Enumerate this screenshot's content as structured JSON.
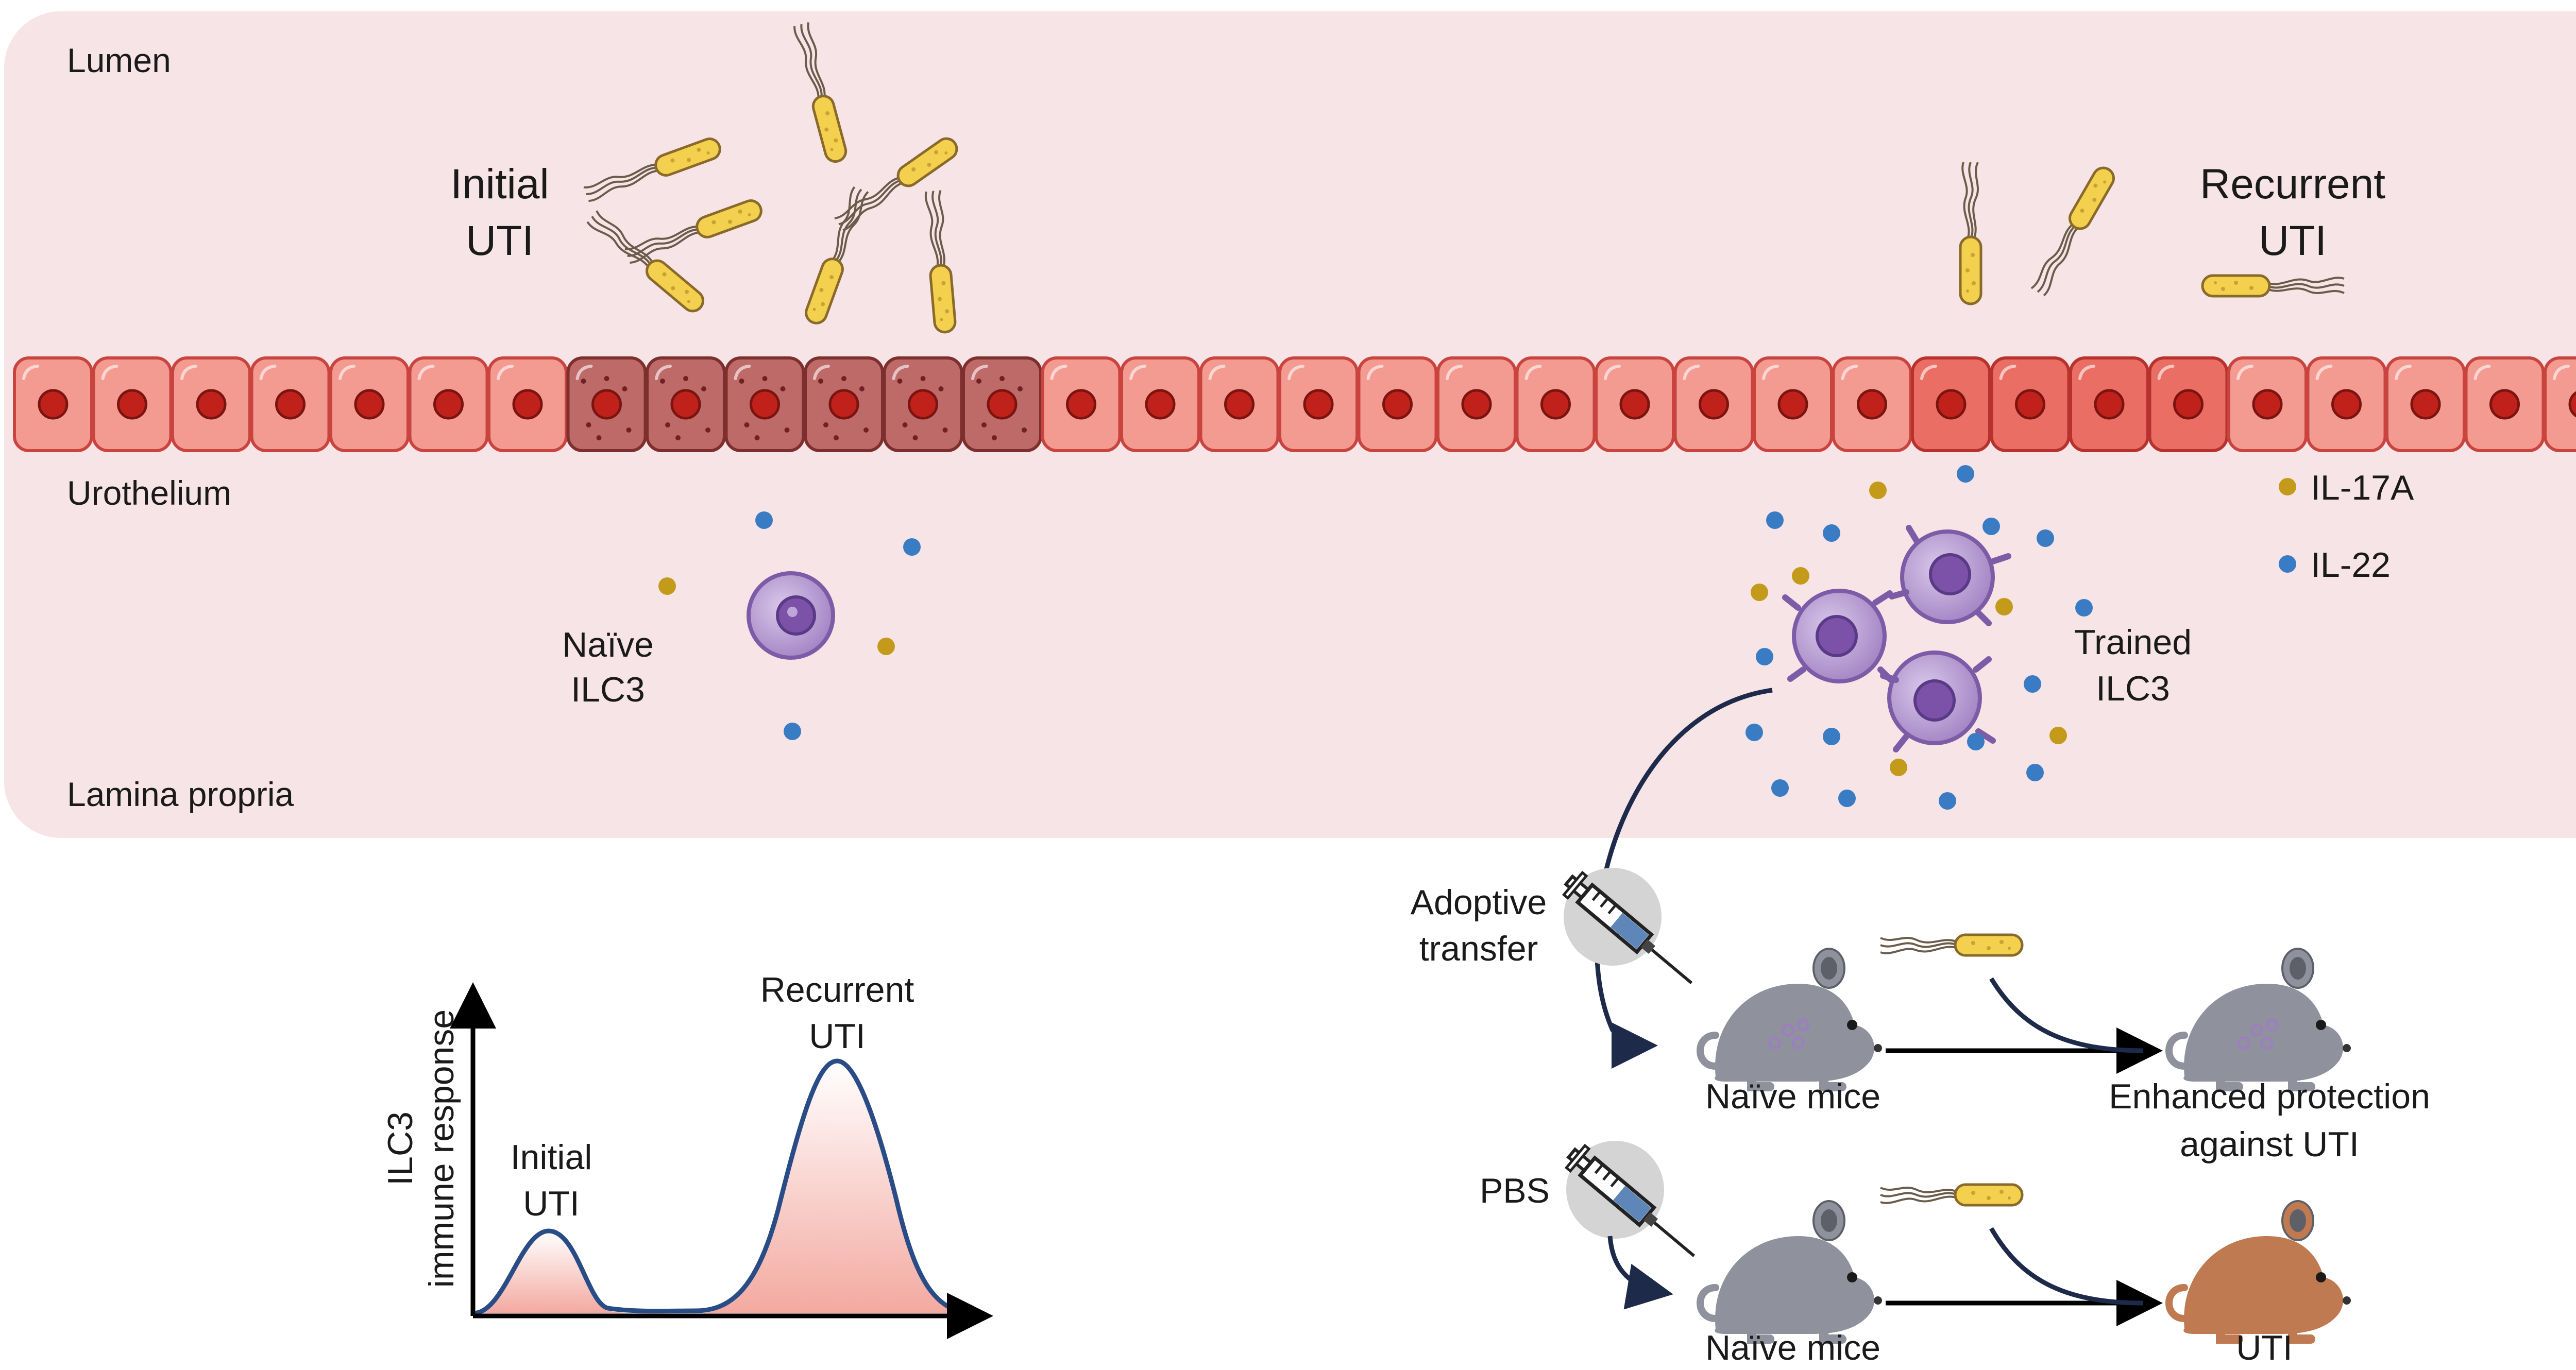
{
  "regions": {
    "lumen": "Lumen",
    "urothelium": "Urothelium",
    "lamina_propria": "Lamina propria"
  },
  "infection_labels": {
    "initial": [
      "Initial",
      "UTI"
    ],
    "recurrent": [
      "Recurrent",
      "UTI"
    ]
  },
  "cells": {
    "naive_ilc3": [
      "Naïve",
      "ILC3"
    ],
    "trained_ilc3": [
      "Trained",
      "ILC3"
    ]
  },
  "legend": {
    "items": [
      {
        "label": "IL-17A",
        "color": "#c49a1a"
      },
      {
        "label": "IL-22",
        "color": "#3a7cc4"
      }
    ]
  },
  "graph": {
    "ylabel": [
      "ILC3",
      "immune response"
    ],
    "peak_initial": [
      "Initial",
      "UTI"
    ],
    "peak_recurrent": [
      "Recurrent",
      "UTI"
    ]
  },
  "experiment": {
    "adoptive_transfer": [
      "Adoptive",
      "transfer"
    ],
    "pbs": "PBS",
    "naive_mice_top": "Naïve mice",
    "naive_mice_bottom": "Naïve mice",
    "outcome_protected": [
      "Enhanced protection",
      "against UTI"
    ],
    "outcome_uti": "UTI"
  },
  "colors": {
    "panel_bg": "#f7e4e6",
    "cell_fill": "#f08d86",
    "cell_stroke": "#c9443f",
    "nucleus": "#c0221b",
    "damaged_cell": "#b45c5c",
    "ilc3": "#9d7ec0",
    "bacteria": "#f4d04f",
    "mouse_gray": "#8f929c",
    "mouse_brown": "#c07a52",
    "arrow_navy": "#1d2a4a",
    "curve": "#2a4c86"
  }
}
